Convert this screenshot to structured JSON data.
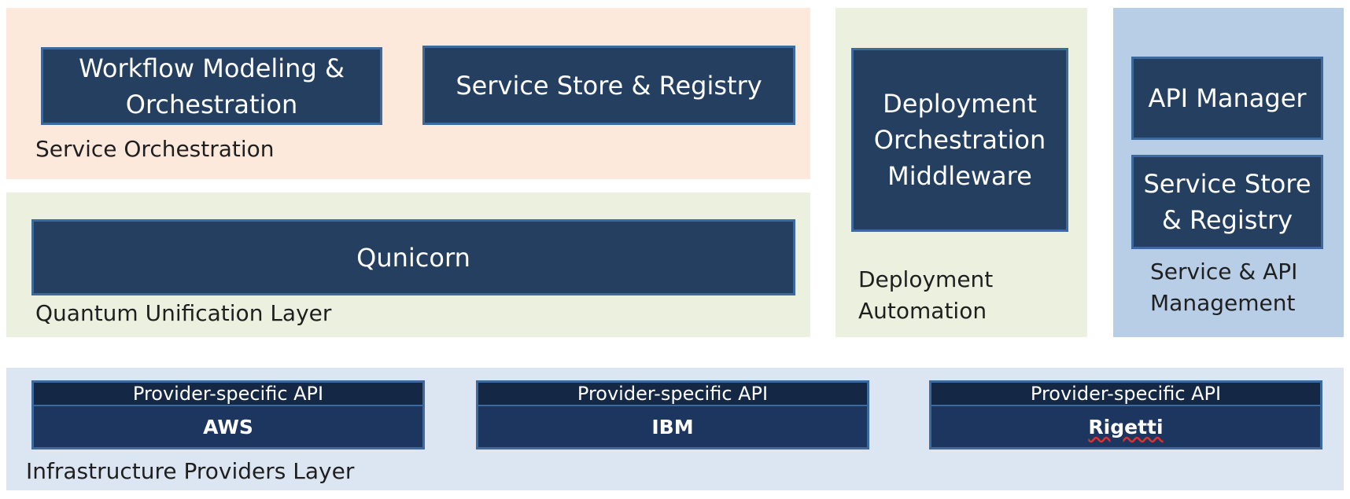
{
  "colors": {
    "service_orchestration_bg": "#fde9dc",
    "green_bg": "#ebf0df",
    "service_api_bg": "#b8cde6",
    "infrastructure_bg": "#dce6f2",
    "box_fill": "#243f5f",
    "box_border": "#3d6a9e"
  },
  "service_orchestration": {
    "label": "Service Orchestration",
    "boxes": {
      "workflow": "Workflow Modeling &\nOrchestration",
      "service_store": "Service Store & Registry"
    }
  },
  "quantum_unification": {
    "label": "Quantum Unification Layer",
    "box": "Qunicorn"
  },
  "deployment_automation": {
    "label": "Deployment\nAutomation",
    "box": "Deployment\nOrchestration\nMiddleware"
  },
  "service_api_management": {
    "label": "Service & API\nManagement",
    "boxes": {
      "api_manager": "API Manager",
      "service_store": "Service Store\n& Registry"
    }
  },
  "infrastructure": {
    "label": "Infrastructure Providers Layer",
    "providers": [
      {
        "api": "Provider-specific API",
        "name": "AWS"
      },
      {
        "api": "Provider-specific API",
        "name": "IBM"
      },
      {
        "api": "Provider-specific API",
        "name": "Rigetti"
      }
    ]
  }
}
